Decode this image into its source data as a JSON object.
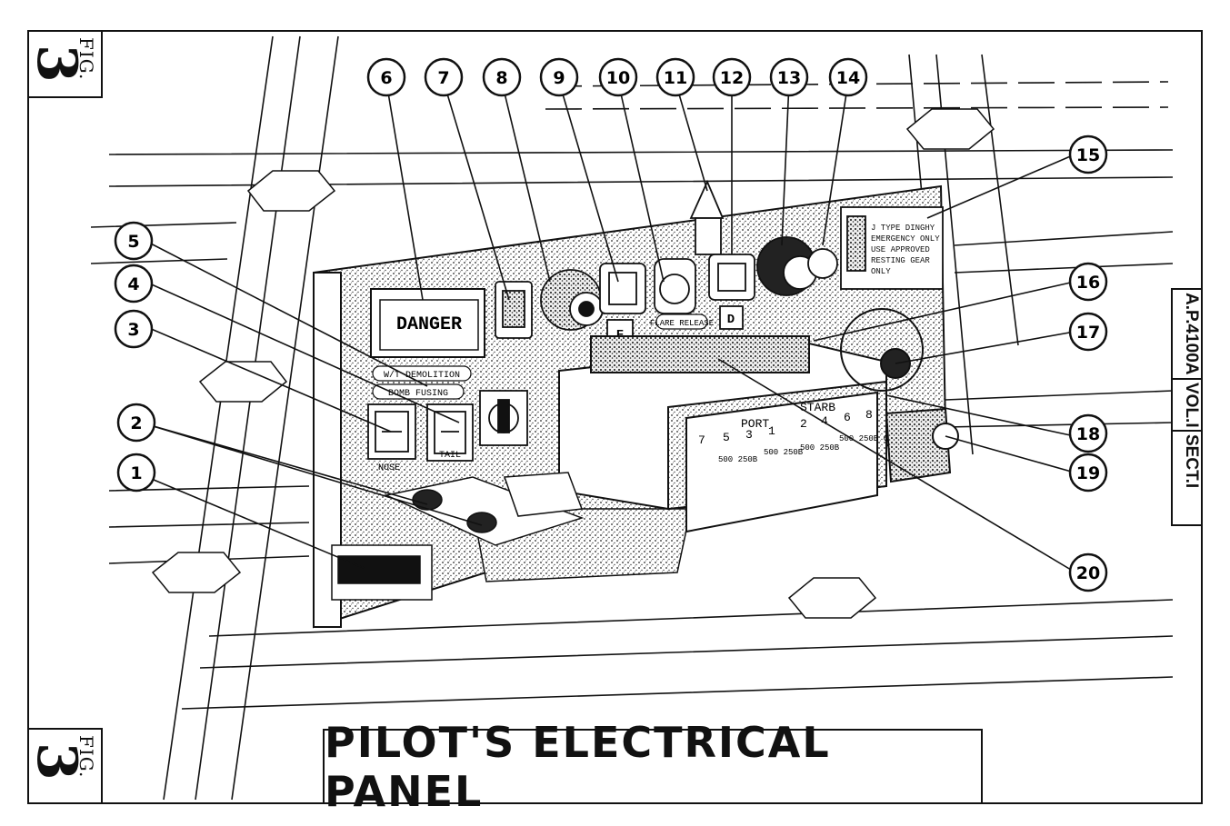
{
  "figure": {
    "label": "FIG.",
    "number": "3"
  },
  "side_ref": {
    "doc": "A.P.4100A",
    "vol": "VOL.I",
    "sect": "SECT.I"
  },
  "title": "PILOT'S ELECTRICAL PANEL",
  "callouts": [
    "1",
    "2",
    "3",
    "4",
    "5",
    "6",
    "7",
    "8",
    "9",
    "10",
    "11",
    "12",
    "13",
    "14",
    "15",
    "16",
    "17",
    "18",
    "19",
    "20"
  ],
  "panel_labels": {
    "danger": "DANGER",
    "wt_demolition": "W/T DEMOLITION",
    "bomb_fusing": "BOMB FUSING",
    "nose": "NOSE",
    "tail": "TAIL",
    "flare_release": "FLARE RELEASE",
    "switch_f": "F",
    "switch_d": "D",
    "dinghy_note": "J TYPE DINGHY EMERGENCY ONLY USE APPROVED RESTING GEAR ONLY",
    "port": "PORT",
    "starbd": "STARB",
    "port_nums": [
      "7",
      "5",
      "3",
      "1"
    ],
    "starb_nums": [
      "2",
      "4",
      "6",
      "8"
    ],
    "ratings": [
      "500 250B",
      "500 250B",
      "500 250B",
      "500 250B C"
    ],
    "c_mark": "C"
  },
  "colors": {
    "ink": "#111111",
    "paper": "#ffffff",
    "stipple": "#999999"
  }
}
